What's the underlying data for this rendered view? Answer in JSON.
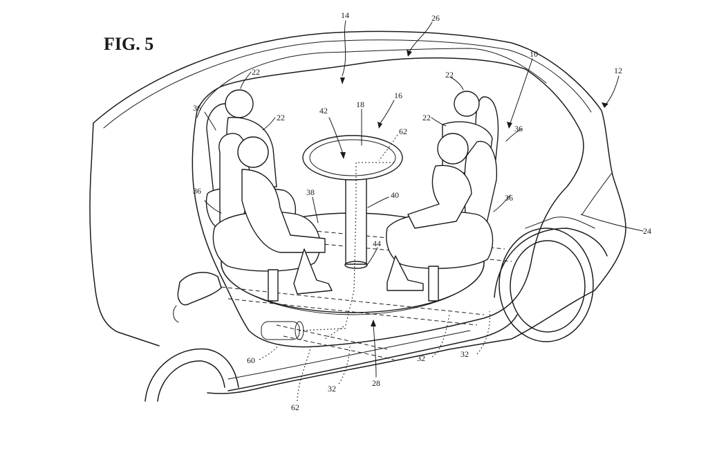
{
  "figure": {
    "title": "FIG. 5",
    "reference_numerals": [
      {
        "id": "n14",
        "label": "14"
      },
      {
        "id": "n26",
        "label": "26"
      },
      {
        "id": "n10",
        "label": "10"
      },
      {
        "id": "n12",
        "label": "12"
      },
      {
        "id": "n22a",
        "label": "22"
      },
      {
        "id": "n22b",
        "label": "22"
      },
      {
        "id": "n22c",
        "label": "22"
      },
      {
        "id": "n22d",
        "label": "22"
      },
      {
        "id": "n16",
        "label": "16"
      },
      {
        "id": "n18",
        "label": "18"
      },
      {
        "id": "n42",
        "label": "42"
      },
      {
        "id": "n62a",
        "label": "62"
      },
      {
        "id": "n36a",
        "label": "36"
      },
      {
        "id": "n36b",
        "label": "36"
      },
      {
        "id": "n36c",
        "label": "36"
      },
      {
        "id": "n36d",
        "label": "36"
      },
      {
        "id": "n38",
        "label": "38"
      },
      {
        "id": "n40",
        "label": "40"
      },
      {
        "id": "n44",
        "label": "44"
      },
      {
        "id": "n24",
        "label": "24"
      },
      {
        "id": "n28",
        "label": "28"
      },
      {
        "id": "n32a",
        "label": "32"
      },
      {
        "id": "n32b",
        "label": "32"
      },
      {
        "id": "n32c",
        "label": "32"
      },
      {
        "id": "n60",
        "label": "60"
      },
      {
        "id": "n62b",
        "label": "62"
      }
    ]
  }
}
